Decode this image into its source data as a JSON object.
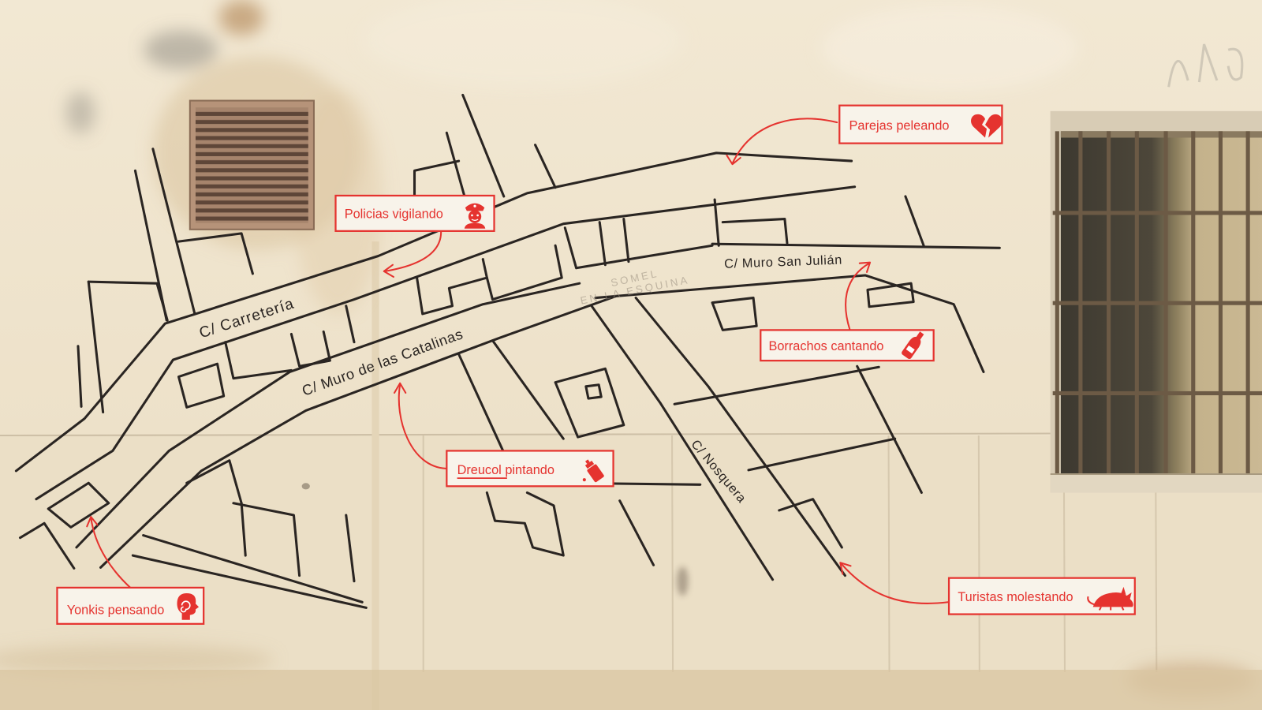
{
  "map": {
    "streets": {
      "carreteria": "C/ Carretería",
      "catalinas": "C/ Muro de las Catalinas",
      "san_julian": "C/ Muro San Julián",
      "nosquera": "C/ Nosquera"
    },
    "graffiti": [
      "SOMEL",
      "EN LA ESQUINA"
    ]
  },
  "labels": [
    {
      "text": "Parejas peleando",
      "icon": "broken-heart-icon"
    },
    {
      "text": "Policias vigilando",
      "icon": "police-officer-icon"
    },
    {
      "text": "Borrachos cantando",
      "icon": "bottle-icon"
    },
    {
      "text": "Dreucol pintando",
      "icon": "spray-can-icon"
    },
    {
      "text": "Yonkis pensando",
      "icon": "head-icon"
    },
    {
      "text": "Turistas molestando",
      "icon": "rat-icon"
    }
  ],
  "colors": {
    "wall": "#efe4cd",
    "ink": "#2a2522",
    "accent": "#e5332f",
    "label_fill": "#f8f3ea"
  }
}
